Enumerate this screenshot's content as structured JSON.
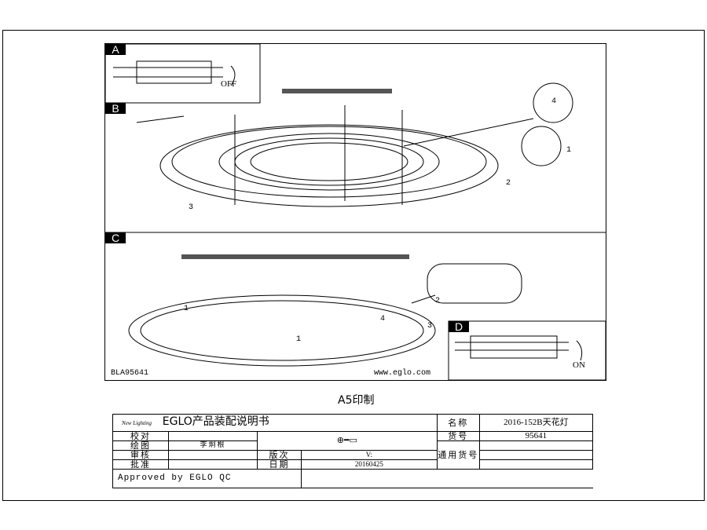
{
  "sections": {
    "a": "A",
    "b": "B",
    "c": "C",
    "d": "D"
  },
  "labels": {
    "off": "OFF",
    "on": "ON",
    "model": "BLA95641",
    "website": "www.eglo.com",
    "print_size": "A5印制"
  },
  "steps": [
    "1",
    "2",
    "3",
    "4"
  ],
  "title_block": {
    "logo_text": "New Lighting",
    "title": "EGLO产品装配说明书",
    "proofread": "校对",
    "drawing": "绘图",
    "drawer": "李炯根",
    "review": "审核",
    "approve": "批准",
    "version_label": "版次",
    "version": "V:",
    "date_label": "日期",
    "date": "20160425",
    "approved": "Approved by EGLO QC",
    "name_label": "名称",
    "name": "2016-152B天花灯",
    "item_no_label": "货号",
    "item_no": "95641",
    "common_item_label": "通用货号"
  }
}
